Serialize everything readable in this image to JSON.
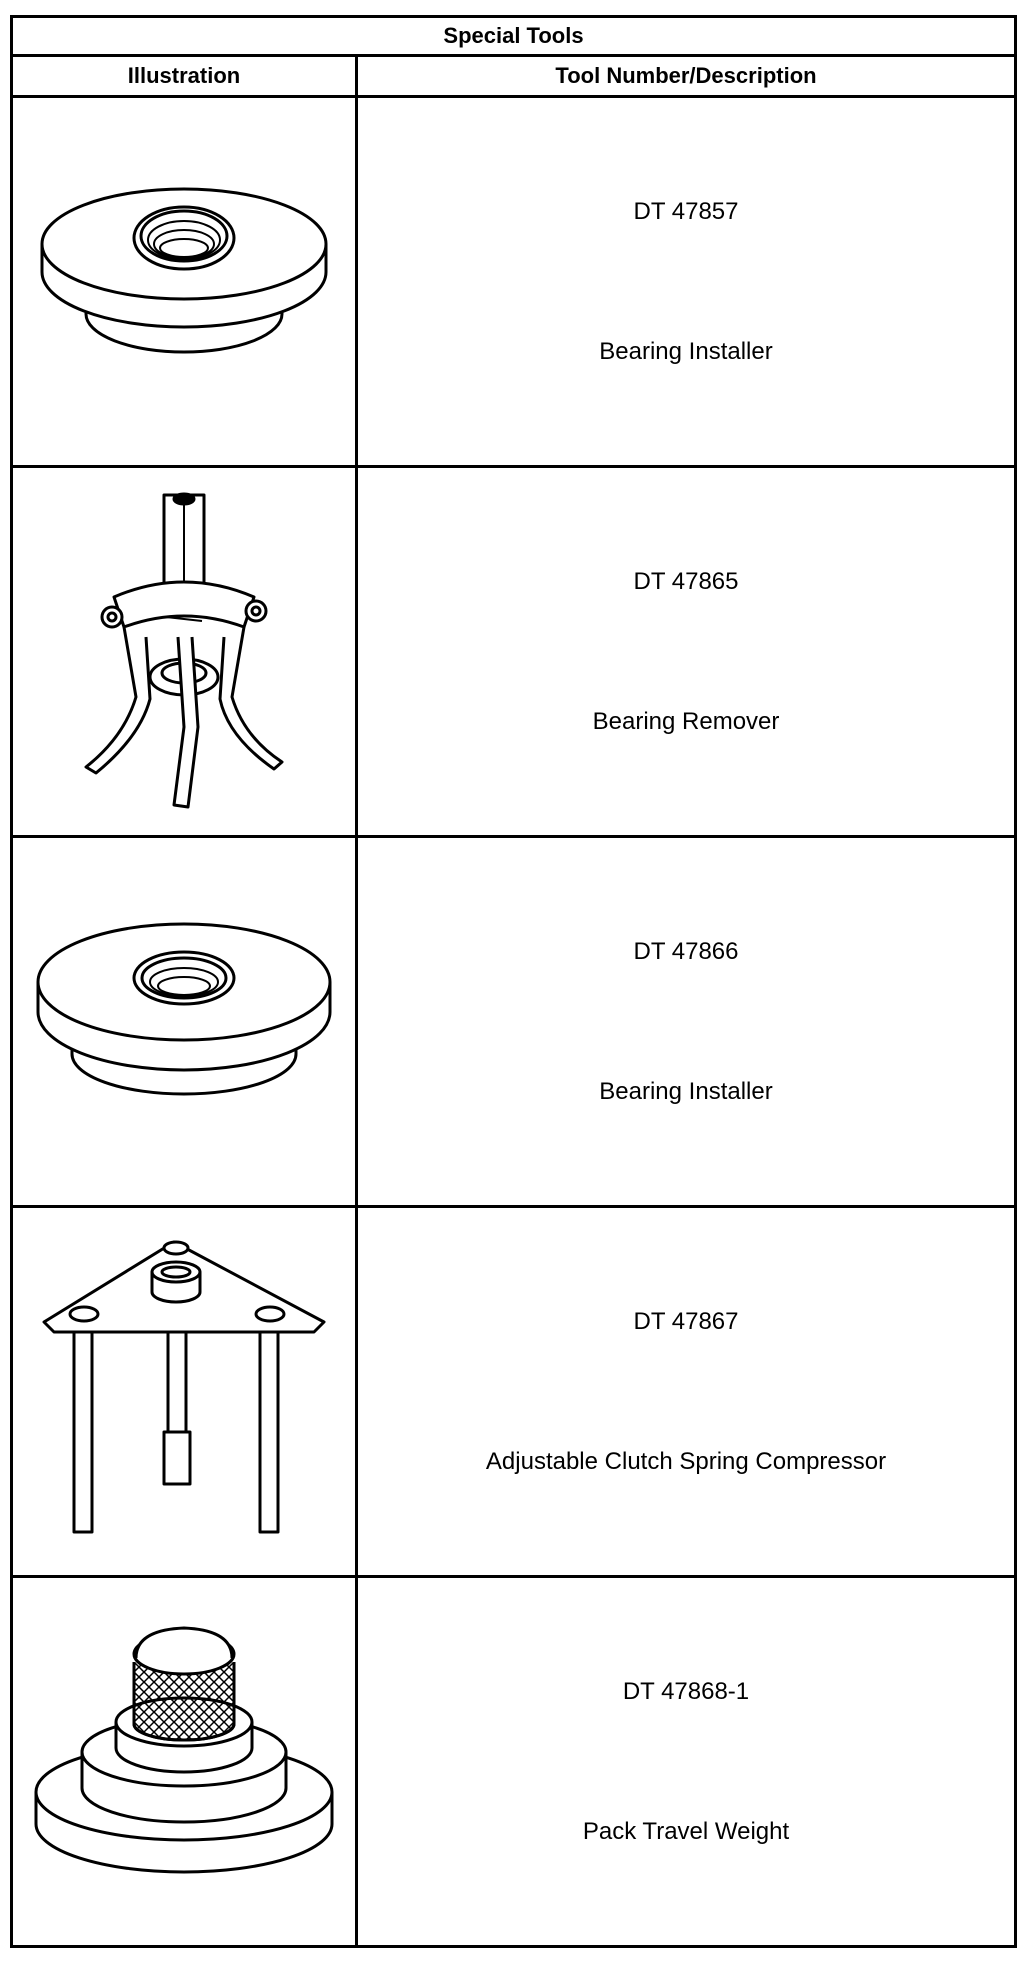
{
  "table": {
    "title": "Special Tools",
    "headers": [
      "Illustration",
      "Tool Number/Description"
    ],
    "rows": [
      {
        "number": "DT 47857",
        "description": "Bearing Installer",
        "icon": "bearing-installer-icon"
      },
      {
        "number": "DT 47865",
        "description": "Bearing Remover",
        "icon": "bearing-remover-icon"
      },
      {
        "number": "DT 47866",
        "description": "Bearing Installer",
        "icon": "bearing-installer-icon"
      },
      {
        "number": "DT 47867",
        "description": "Adjustable Clutch Spring Compressor",
        "icon": "spring-compressor-icon"
      },
      {
        "number": "DT 47868-1",
        "description": "Pack Travel Weight",
        "icon": "travel-weight-icon"
      }
    ]
  }
}
